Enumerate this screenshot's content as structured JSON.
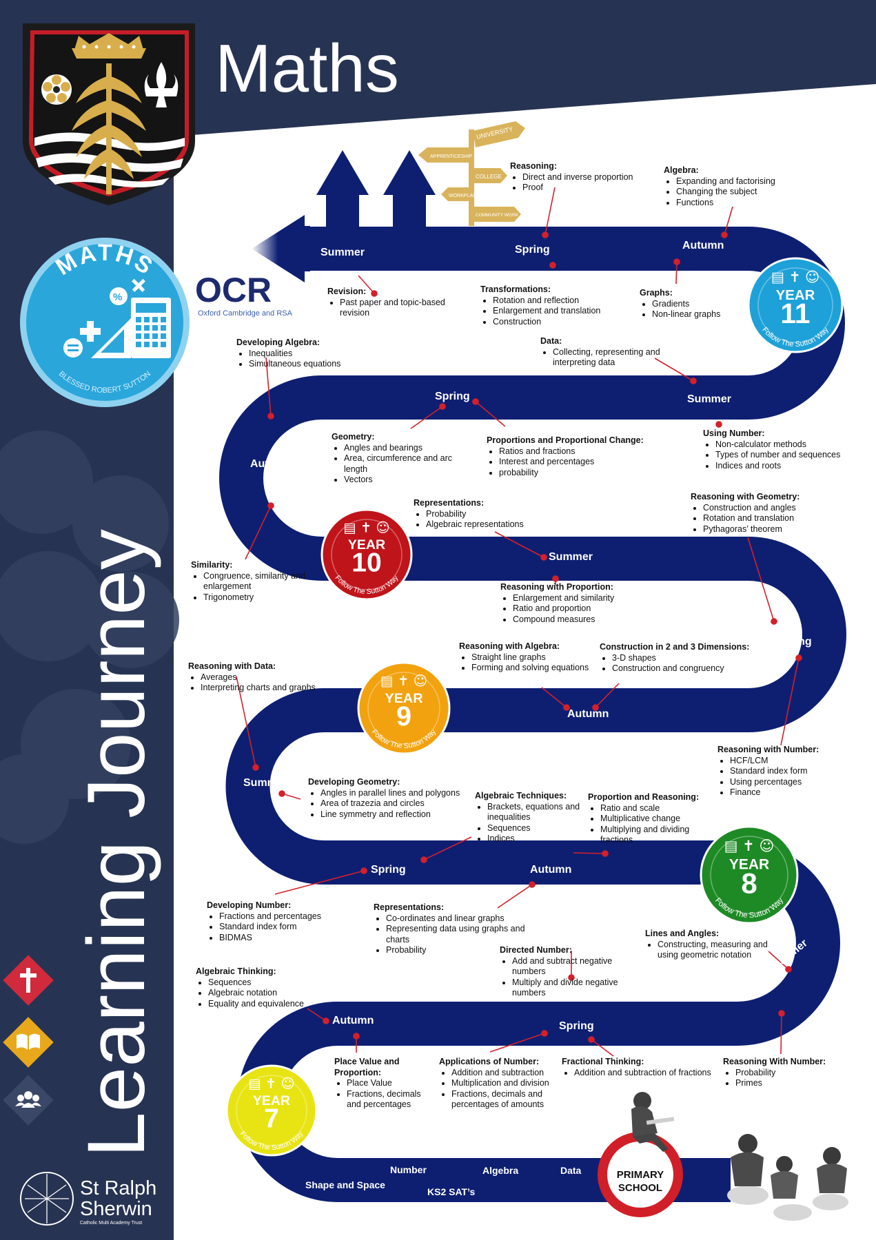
{
  "title": "Maths",
  "vertical_title": "Learning Journey",
  "badge": {
    "ring_text": "MATHS",
    "bottom_text": "BLESSED ROBERT SUTTON"
  },
  "ocr": {
    "logo": "OCR",
    "sub": "Oxford Cambridge and RSA"
  },
  "school": {
    "line1": "St Ralph",
    "line2": "Sherwin",
    "line3": "Catholic Multi Academy Trust"
  },
  "signpost": [
    "UNIVERSITY",
    "APPRENTICESHIP",
    "COLLEGE",
    "WORKPLACE",
    "COMMUNITY WORK"
  ],
  "years": [
    {
      "label": "YEAR",
      "num": "11",
      "motto": "Follow The Sutton Way",
      "color": "#1ea1d8"
    },
    {
      "label": "YEAR",
      "num": "10",
      "motto": "Follow The Sutton Way",
      "color": "#c0141b"
    },
    {
      "label": "YEAR",
      "num": "9",
      "motto": "Follow The Sutton Way",
      "color": "#f2a20f"
    },
    {
      "label": "YEAR",
      "num": "8",
      "motto": "Follow The Sutton Way",
      "color": "#1e8a25"
    },
    {
      "label": "YEAR",
      "num": "7",
      "motto": "Follow The Sutton Way",
      "color": "#e8e413"
    }
  ],
  "terms": {
    "y11_summer": "Summer",
    "y11_spring": "Spring",
    "y11_autumn": "Autumn",
    "y10_spring": "Spring",
    "y10_summer": "Summer",
    "y10_autumn": "Autumn",
    "y9_summer": "Summer",
    "y9_spring": "Spring",
    "y9_autumn": "Autumn",
    "y8_summer": "Summer",
    "y8_spring": "Spring",
    "y8_autumn": "Autumn",
    "y7_autumn": "Autumn",
    "y7_spring": "Spring",
    "y7_summer": "Summer"
  },
  "primary": {
    "circle": "PRIMARY SCHOOL",
    "items": [
      "Number",
      "Algebra",
      "Data",
      "Shape and Space",
      "KS2 SAT’s"
    ]
  },
  "topics": [
    {
      "h": "Reasoning:",
      "items": [
        "Direct and inverse proportion",
        "Proof"
      ]
    },
    {
      "h": "Algebra:",
      "items": [
        "Expanding and factorising",
        "Changing the subject",
        "Functions"
      ]
    },
    {
      "h": "Revision:",
      "items": [
        "Past paper and topic-based revision"
      ]
    },
    {
      "h": "Transformations:",
      "items": [
        "Rotation and reflection",
        "Enlargement and translation",
        "Construction"
      ]
    },
    {
      "h": "Graphs:",
      "items": [
        "Gradients",
        "Non-linear graphs"
      ]
    },
    {
      "h": "Data:",
      "items": [
        "Collecting, representing and interpreting data"
      ]
    },
    {
      "h": "Developing Algebra:",
      "items": [
        "Inequalities",
        "Simultaneous equations"
      ]
    },
    {
      "h": "Geometry:",
      "items": [
        "Angles and bearings",
        "Area, circumference and arc length",
        "Vectors"
      ]
    },
    {
      "h": "Proportions and Proportional Change:",
      "items": [
        "Ratios and fractions",
        "Interest and percentages",
        "probability"
      ]
    },
    {
      "h": "Using Number:",
      "items": [
        "Non-calculator methods",
        "Types of number and sequences",
        "Indices and roots"
      ]
    },
    {
      "h": "Representations:",
      "items": [
        "Probability",
        "Algebraic representations"
      ]
    },
    {
      "h": "Reasoning with Geometry:",
      "items": [
        "Construction and angles",
        "Rotation and translation",
        "Pythagoras’ theorem"
      ]
    },
    {
      "h": "Similarity:",
      "items": [
        "Congruence, similarity and enlargement",
        "Trigonometry"
      ]
    },
    {
      "h": "Reasoning with Proportion:",
      "items": [
        "Enlargement and similarity",
        "Ratio and proportion",
        "Compound measures"
      ]
    },
    {
      "h": "Reasoning with Algebra:",
      "items": [
        "Straight line graphs",
        "Forming and solving equations"
      ]
    },
    {
      "h": "Construction in 2 and 3 Dimensions:",
      "items": [
        "3-D shapes",
        "Construction and congruency"
      ]
    },
    {
      "h": "Reasoning with Data:",
      "items": [
        "Averages",
        "Interpreting charts and graphs"
      ]
    },
    {
      "h": "Reasoning with Number:",
      "items": [
        "HCF/LCM",
        "Standard index form",
        "Using percentages",
        "Finance"
      ]
    },
    {
      "h": "Developing Geometry:",
      "items": [
        "Angles in parallel lines and polygons",
        "Area of trazezia and circles",
        "Line symmetry and reflection"
      ]
    },
    {
      "h": "Algebraic Techniques:",
      "items": [
        "Brackets, equations and inequalities",
        "Sequences",
        "Indices"
      ]
    },
    {
      "h": "Proportion and Reasoning:",
      "items": [
        "Ratio and scale",
        "Multiplicative change",
        "Multiplying and dividing fractions"
      ]
    },
    {
      "h": "Developing Number:",
      "items": [
        "Fractions and percentages",
        "Standard index form",
        "BIDMAS"
      ]
    },
    {
      "h": "Representations:",
      "items": [
        "Co-ordinates and linear graphs",
        "Representing data using graphs and charts",
        "Probability"
      ]
    },
    {
      "h": "Lines and Angles:",
      "items": [
        "Constructing, measuring and using geometric notation"
      ]
    },
    {
      "h": "Directed Number:",
      "items": [
        "Add and subtract negative numbers",
        "Multiply and divide negative numbers"
      ]
    },
    {
      "h": "Algebraic Thinking:",
      "items": [
        "Sequences",
        "Algebraic notation",
        "Equality and equivalence"
      ]
    },
    {
      "h": "Place Value and Proportion:",
      "items": [
        "Place Value",
        "Fractions, decimals and percentages"
      ]
    },
    {
      "h": "Applications of Number:",
      "items": [
        "Addition and subtraction",
        "Multiplication and division",
        "Fractions, decimals and percentages of amounts"
      ]
    },
    {
      "h": "Fractional Thinking:",
      "items": [
        "Addition and subtraction of fractions"
      ]
    },
    {
      "h": "Reasoning With Number:",
      "items": [
        "Probability",
        "Primes"
      ]
    }
  ],
  "colors": {
    "road": "#0e1f72",
    "sidebar": "#273352",
    "pin": "#d4202a",
    "signpost": "#d9b35c"
  }
}
